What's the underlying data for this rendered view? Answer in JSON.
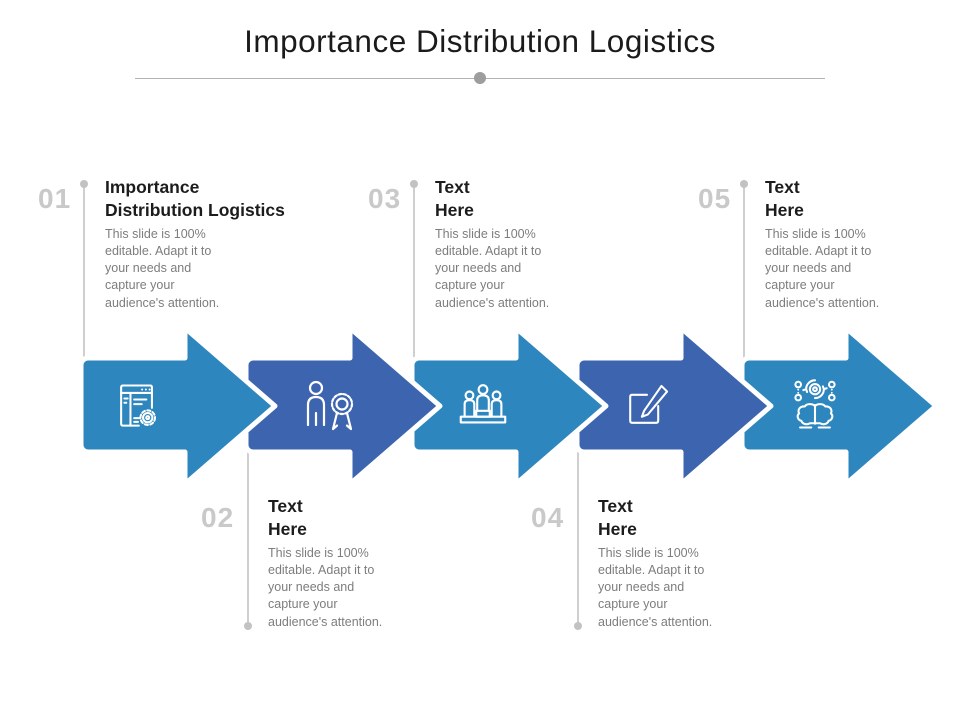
{
  "title": "Importance Distribution Logistics",
  "steps": [
    {
      "number": "01",
      "heading": "Importance\nDistribution Logistics",
      "body": "This slide is 100%\neditable. Adapt it to\nyour needs and\ncapture your\naudience's attention.",
      "icon": "window-settings-icon",
      "arrow_color": "#2E86BE",
      "label_position": "top"
    },
    {
      "number": "02",
      "heading": "Text\nHere",
      "body": "This slide is 100%\neditable. Adapt it to\nyour needs and\ncapture your\naudience's attention.",
      "icon": "person-award-icon",
      "arrow_color": "#3D64AF",
      "label_position": "bottom"
    },
    {
      "number": "03",
      "heading": "Text\nHere",
      "body": "This slide is 100%\neditable. Adapt it to\nyour needs and\ncapture your\naudience's attention.",
      "icon": "team-podium-icon",
      "arrow_color": "#2E86BE",
      "label_position": "top"
    },
    {
      "number": "04",
      "heading": "Text\nHere",
      "body": "This slide is 100%\neditable. Adapt it to\nyour needs and\ncapture your\naudience's attention.",
      "icon": "edit-pencil-icon",
      "arrow_color": "#3D64AF",
      "label_position": "bottom"
    },
    {
      "number": "05",
      "heading": "Text\nHere",
      "body": "This slide is 100%\neditable. Adapt it to\nyour needs and\ncapture your\naudience's attention.",
      "icon": "brain-gears-icon",
      "arrow_color": "#2E86BE",
      "label_position": "top"
    }
  ],
  "colors": {
    "arrow_light_blue": "#2E86BE",
    "arrow_dark_blue": "#3D64AF",
    "icon_stroke": "#FFFFFF",
    "step_number_gray": "#C9C9C9",
    "heading_text": "#1C1C1C",
    "body_text": "#7D7D7D",
    "connector_gray": "#CFCFCF",
    "divider_gray": "#B3B3B3",
    "divider_dot_gray": "#9D9D9D",
    "background": "#FFFFFF"
  }
}
